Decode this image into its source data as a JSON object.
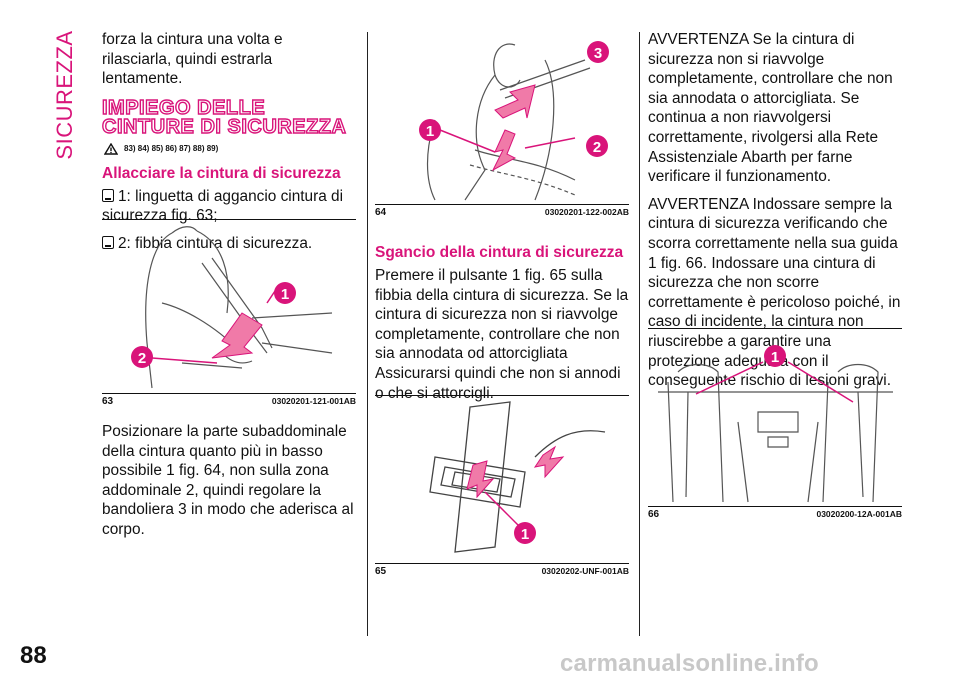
{
  "side_tab": "SICUREZZA",
  "page_number": "88",
  "watermark": "carmanualsonline.info",
  "col1": {
    "intro": "forza la cintura una volta e rilasciarla, quindi estrarla lentamente.",
    "section_title": "IMPIEGO DELLE CINTURE DI SICUREZZA",
    "warning_refs": "83) 84) 85) 86) 87) 88) 89)",
    "subheading": "Allacciare la cintura di sicurezza",
    "list": [
      "1: linguetta di aggancio cintura di sicurezza fig. 63;",
      "2: fibbia cintura di sicurezza."
    ],
    "fig": {
      "number": "63",
      "code": "03020201-121-001AB",
      "callouts": [
        "1",
        "2"
      ]
    },
    "after_fig": "Posizionare la parte subaddominale della cintura quanto più in basso possibile 1 fig. 64, non sulla zona addominale 2, quindi regolare la bandoliera 3 in modo che aderisca al corpo."
  },
  "col2": {
    "fig_top": {
      "number": "64",
      "code": "03020201-122-002AB",
      "callouts": [
        "1",
        "2",
        "3"
      ]
    },
    "subheading": "Sgancio della cintura di sicurezza",
    "body": "Premere il pulsante 1 fig. 65 sulla fibbia della cintura di sicurezza. Se la cintura di sicurezza non si riavvolge completamente, controllare che non sia annodata od attorcigliata Assicurarsi quindi che non si annodi o che si attorcigli.",
    "fig_bottom": {
      "number": "65",
      "code": "03020202-UNF-001AB",
      "callouts": [
        "1"
      ]
    }
  },
  "col3": {
    "warn1": "AVVERTENZA Se la cintura di sicurezza non si riavvolge completamente, controllare che non sia annodata o attorcigliata. Se continua a non riavvolgersi correttamente, rivolgersi alla Rete Assistenziale Abarth per farne verificare il funzionamento.",
    "warn2": "AVVERTENZA Indossare sempre la cintura di sicurezza verificando che scorra correttamente nella sua guida 1 fig. 66. Indossare una cintura di sicurezza che non scorre correttamente è pericoloso poiché, in caso di incidente, la cintura non riuscirebbe a garantire una protezione adeguata con il conseguente rischio di lesioni gravi.",
    "fig": {
      "number": "66",
      "code": "03020200-12A-001AB",
      "callouts": [
        "1"
      ]
    }
  },
  "colors": {
    "accent": "#d9147a",
    "arrow_fill": "#f07aa8"
  }
}
